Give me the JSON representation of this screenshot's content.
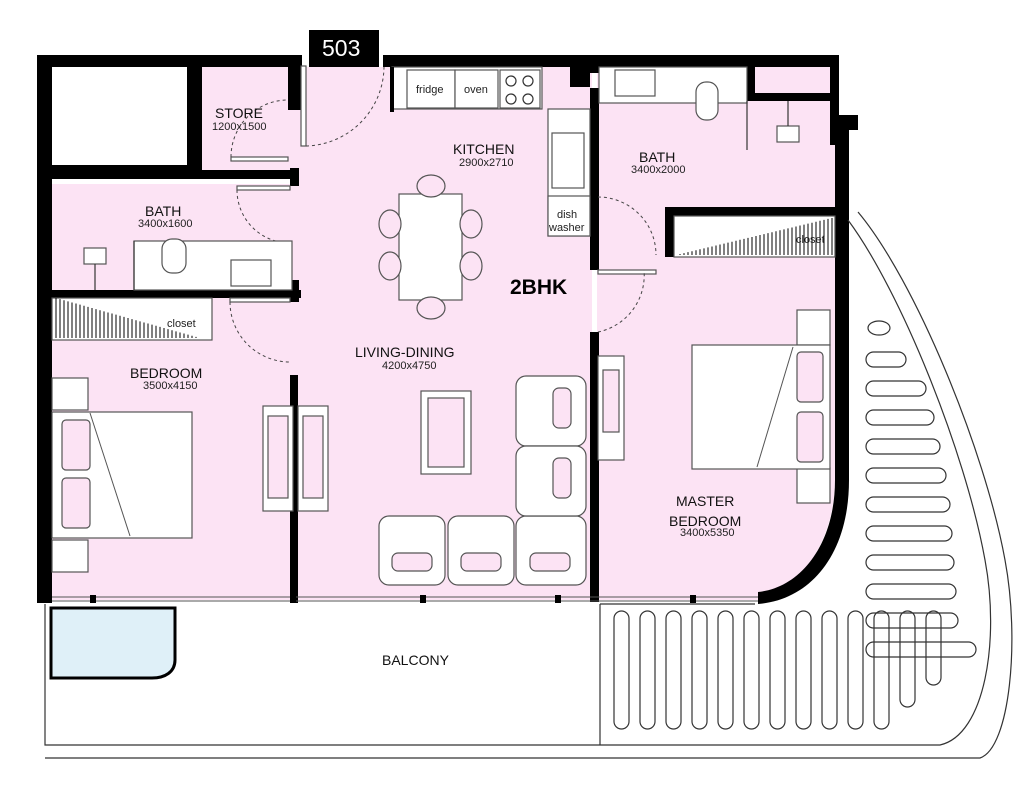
{
  "unit_number": "503",
  "unit_type": "2BHK",
  "rooms": {
    "store": {
      "name": "STORE",
      "dims": "1200x1500"
    },
    "kitchen": {
      "name": "KITCHEN",
      "dims": "2900x2710"
    },
    "bath_right": {
      "name": "BATH",
      "dims": "3400x2000"
    },
    "bath_left": {
      "name": "BATH",
      "dims": "3400x1600"
    },
    "bedroom": {
      "name": "BEDROOM",
      "dims": "3500x4150"
    },
    "living_dining": {
      "name": "LIVING-DINING",
      "dims": "4200x4750"
    },
    "master_bedroom": {
      "name_line1": "MASTER",
      "name_line2": "BEDROOM",
      "dims": "3400x5350"
    },
    "balcony": {
      "name": "BALCONY"
    }
  },
  "appliances": {
    "fridge": "fridge",
    "oven": "oven",
    "dishwasher_line1": "dish",
    "dishwasher_line2": "washer"
  },
  "closets": {
    "left": "closet",
    "right": "closet"
  },
  "colors": {
    "room": "#fce3f4",
    "wall": "#000000",
    "pool": "#dff0f8"
  }
}
